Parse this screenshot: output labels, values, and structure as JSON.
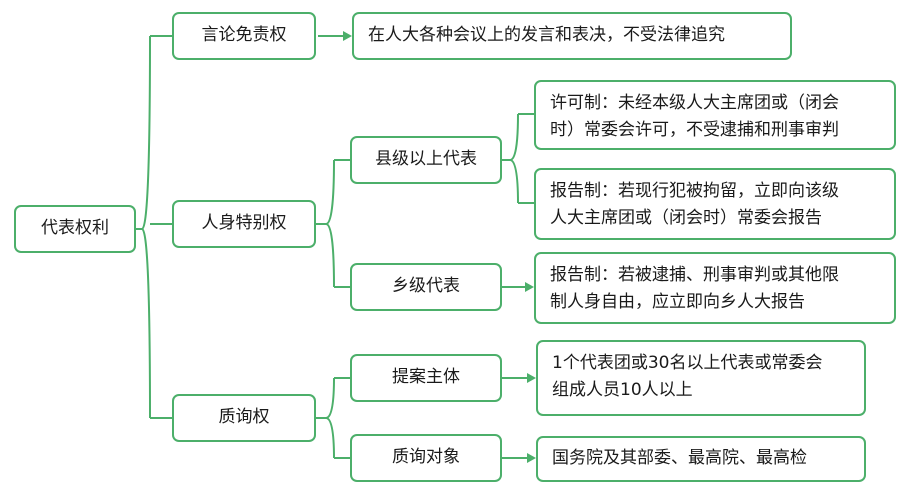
{
  "root": {
    "label": "代表权利"
  },
  "branches": {
    "speech": {
      "label": "言论免责权",
      "detail": "在人大各种会议上的发言和表决，不受法律追究"
    },
    "personal": {
      "label": "人身特别权",
      "county": {
        "label": "县级以上代表",
        "permit": [
          "许可制：未经本级人大主席团或（闭会",
          "时）常委会许可，不受逮捕和刑事审判"
        ],
        "report": [
          "报告制：若现行犯被拘留，立即向该级",
          "人大主席团或（闭会时）常委会报告"
        ]
      },
      "township": {
        "label": "乡级代表",
        "report": [
          "报告制：若被逮捕、刑事审判或其他限",
          "制人身自由，应立即向乡人大报告"
        ]
      }
    },
    "inquiry": {
      "label": "质询权",
      "proposer": {
        "label": "提案主体",
        "detail": [
          "1个代表团或30名以上代表或常委会",
          "组成人员10人以上"
        ]
      },
      "target": {
        "label": "质询对象",
        "detail": "国务院及其部委、最高院、最高检"
      }
    }
  },
  "colors": {
    "line": "#4caf6a",
    "border": "#4caf6a",
    "text": "#1a1a1a",
    "background": "#ffffff"
  }
}
